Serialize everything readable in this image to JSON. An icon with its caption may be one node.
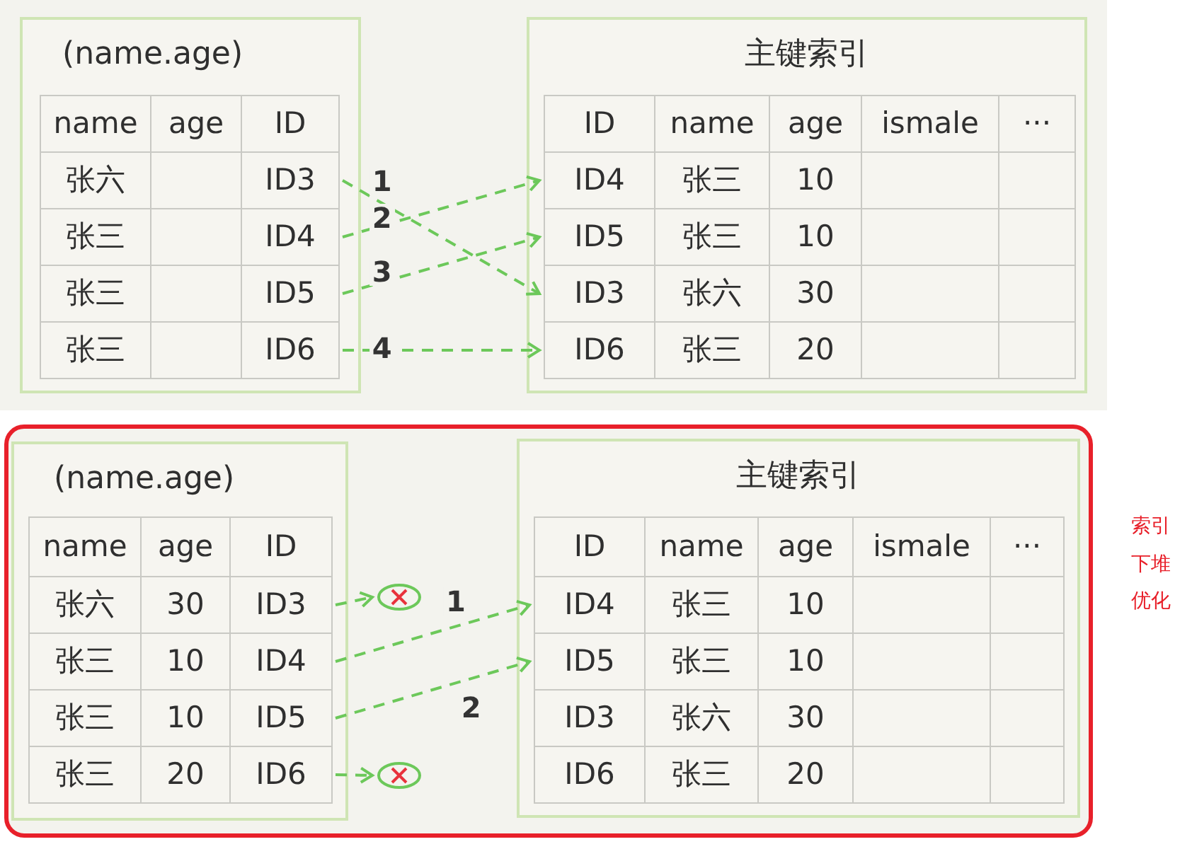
{
  "diagram": {
    "nodes": [
      {
        "text": [
          "(name.age)"
        ]
      },
      {
        "text": [
          "name"
        ],
        "in": 0
      },
      {
        "text": [
          "age"
        ],
        "in": 0
      },
      {
        "text": [
          "ID"
        ],
        "in": 0
      },
      {
        "text": [
          "张六"
        ],
        "in": 0
      },
      {
        "text": [
          "ID3"
        ],
        "in": 0
      },
      {
        "text": [
          "张三"
        ],
        "in": 0
      },
      {
        "text": [
          "ID4"
        ],
        "in": 0
      },
      {
        "text": [
          "张三"
        ],
        "in": 0
      },
      {
        "text": [
          "ID5"
        ],
        "in": 0
      },
      {
        "text": [
          "张三"
        ],
        "in": 0
      },
      {
        "text": [
          "ID6"
        ],
        "in": 0
      },
      {
        "text": [
          "主键索引"
        ]
      },
      {
        "text": [
          "ID"
        ],
        "in": 12
      },
      {
        "text": [
          "name"
        ],
        "in": 12
      },
      {
        "text": [
          "age"
        ],
        "in": 12
      },
      {
        "text": [
          "ismale"
        ],
        "in": 12
      },
      {
        "text": [
          "···"
        ],
        "in": 12
      },
      {
        "text": [
          "ID4"
        ],
        "in": 12
      },
      {
        "text": [
          "张三"
        ],
        "in": 12
      },
      {
        "text": [
          "10"
        ],
        "in": 12
      },
      {
        "text": [
          "ID5"
        ],
        "in": 12
      },
      {
        "text": [
          "张三"
        ],
        "in": 12
      },
      {
        "text": [
          "10"
        ],
        "in": 12
      },
      {
        "text": [
          "ID3"
        ],
        "in": 12
      },
      {
        "text": [
          "张六"
        ],
        "in": 12
      },
      {
        "text": [
          "30"
        ],
        "in": 12
      },
      {
        "text": [
          "ID6"
        ],
        "in": 12
      },
      {
        "text": [
          "张三"
        ],
        "in": 12
      },
      {
        "text": [
          "20"
        ],
        "in": 12
      },
      {
        "text": [],
        "shape": "box",
        "beside": [
          "索引下堆优化"
        ]
      },
      {
        "text": [
          "(name.age)"
        ],
        "in": 30
      },
      {
        "text": [
          "name"
        ],
        "in": 31
      },
      {
        "text": [
          "age"
        ],
        "in": 31
      },
      {
        "text": [
          "ID"
        ],
        "in": 31
      },
      {
        "text": [
          "张六"
        ],
        "in": 31
      },
      {
        "text": [
          "30"
        ],
        "in": 31
      },
      {
        "text": [
          "ID3"
        ],
        "in": 31
      },
      {
        "text": [
          "张三"
        ],
        "in": 31
      },
      {
        "text": [
          "10"
        ],
        "in": 31
      },
      {
        "text": [
          "ID4"
        ],
        "in": 31
      },
      {
        "text": [
          "张三"
        ],
        "in": 31
      },
      {
        "text": [
          "10"
        ],
        "in": 31
      },
      {
        "text": [
          "ID5"
        ],
        "in": 31
      },
      {
        "text": [
          "张三"
        ],
        "in": 31
      },
      {
        "text": [
          "20"
        ],
        "in": 31
      },
      {
        "text": [
          "ID6"
        ],
        "in": 31
      },
      {
        "text": [],
        "shape": "circle",
        "in": 30
      },
      {
        "text": [],
        "shape": "circle",
        "in": 30
      },
      {
        "text": [
          "主键索引"
        ],
        "in": 30
      },
      {
        "text": [
          "ID"
        ],
        "in": 49
      },
      {
        "text": [
          "name"
        ],
        "in": 49
      },
      {
        "text": [
          "age"
        ],
        "in": 49
      },
      {
        "text": [
          "ismale"
        ],
        "in": 49
      },
      {
        "text": [
          "···"
        ],
        "in": 49
      },
      {
        "text": [
          "ID4"
        ],
        "in": 49
      },
      {
        "text": [
          "张三"
        ],
        "in": 49
      },
      {
        "text": [
          "10"
        ],
        "in": 49
      },
      {
        "text": [
          "ID5"
        ],
        "in": 49
      },
      {
        "text": [
          "张三"
        ],
        "in": 49
      },
      {
        "text": [
          "10"
        ],
        "in": 49
      },
      {
        "text": [
          "ID3"
        ],
        "in": 49
      },
      {
        "text": [
          "张六"
        ],
        "in": 49
      },
      {
        "text": [
          "30"
        ],
        "in": 49
      },
      {
        "text": [
          "ID6"
        ],
        "in": 49
      },
      {
        "text": [
          "张三"
        ],
        "in": 49
      },
      {
        "text": [
          "20"
        ],
        "in": 49
      }
    ],
    "edges": [
      {
        "from": 5,
        "to": 24,
        "arrow": "to",
        "label": "1",
        "style": "dashed"
      },
      {
        "from": 7,
        "to": 18,
        "arrow": "to",
        "label": "2",
        "style": "dashed"
      },
      {
        "from": 9,
        "to": 21,
        "arrow": "to",
        "label": "3",
        "style": "dashed"
      },
      {
        "from": 11,
        "to": 27,
        "arrow": "to",
        "label": "4",
        "style": "dashed"
      },
      {
        "from": 37,
        "to": 47,
        "arrow": "to",
        "style": "dashed"
      },
      {
        "from": 40,
        "to": 55,
        "arrow": "to",
        "label": "1",
        "style": "dashed"
      },
      {
        "from": 43,
        "to": 58,
        "arrow": "to",
        "label": "2",
        "style": "dashed"
      },
      {
        "from": 46,
        "to": 48,
        "arrow": "to",
        "style": "dashed"
      }
    ]
  }
}
